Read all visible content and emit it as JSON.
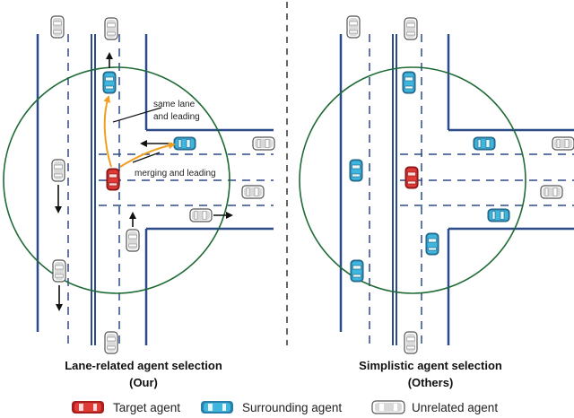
{
  "annotations": {
    "same_lane_line1": "same lane",
    "same_lane_line2": "and leading",
    "merging": "merging and leading"
  },
  "captions": {
    "left_title": "Lane-related agent selection",
    "left_sub": "(Our)",
    "right_title": "Simplistic agent selection",
    "right_sub": "(Others)"
  },
  "legend": {
    "target": "Target agent",
    "surrounding": "Surrounding agent",
    "unrelated": "Unrelated agent"
  },
  "colors": {
    "road": "#2b4a8a",
    "circle": "#1f6b35",
    "target": "#e03a36",
    "surrounding": "#3eb6dd",
    "unrelated": "#d9d9d9",
    "arrow_orange": "#f0a020"
  }
}
